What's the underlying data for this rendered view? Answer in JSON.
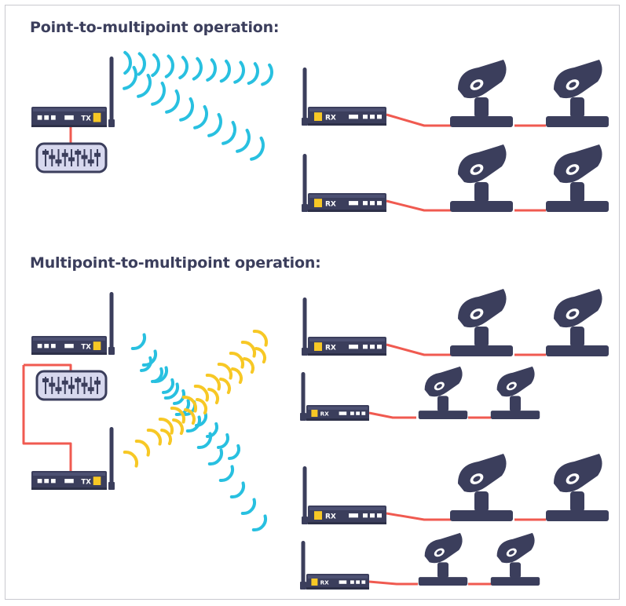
{
  "headings": {
    "point_to_multipoint": "Point-to-multipoint operation:",
    "multipoint_to_multipoint": "Multipoint-to-multipoint operation:"
  },
  "labels": {
    "transmitter": "TX",
    "receiver": "RX"
  },
  "colors": {
    "device": "#3b3e5c",
    "device_dark": "#2d3048",
    "cable": "#f05a50",
    "signal_cyan": "#28c0e0",
    "signal_yellow": "#f7c825",
    "console_fill": "#d7d8ee",
    "frame": "#c9c9cf",
    "text": "#3b3e5c"
  },
  "icons": [
    "transmitter-icon",
    "receiver-icon",
    "antenna-icon",
    "lighting-console-icon",
    "moving-head-light-icon",
    "wireless-signal-icon",
    "dmx-cable-icon"
  ]
}
